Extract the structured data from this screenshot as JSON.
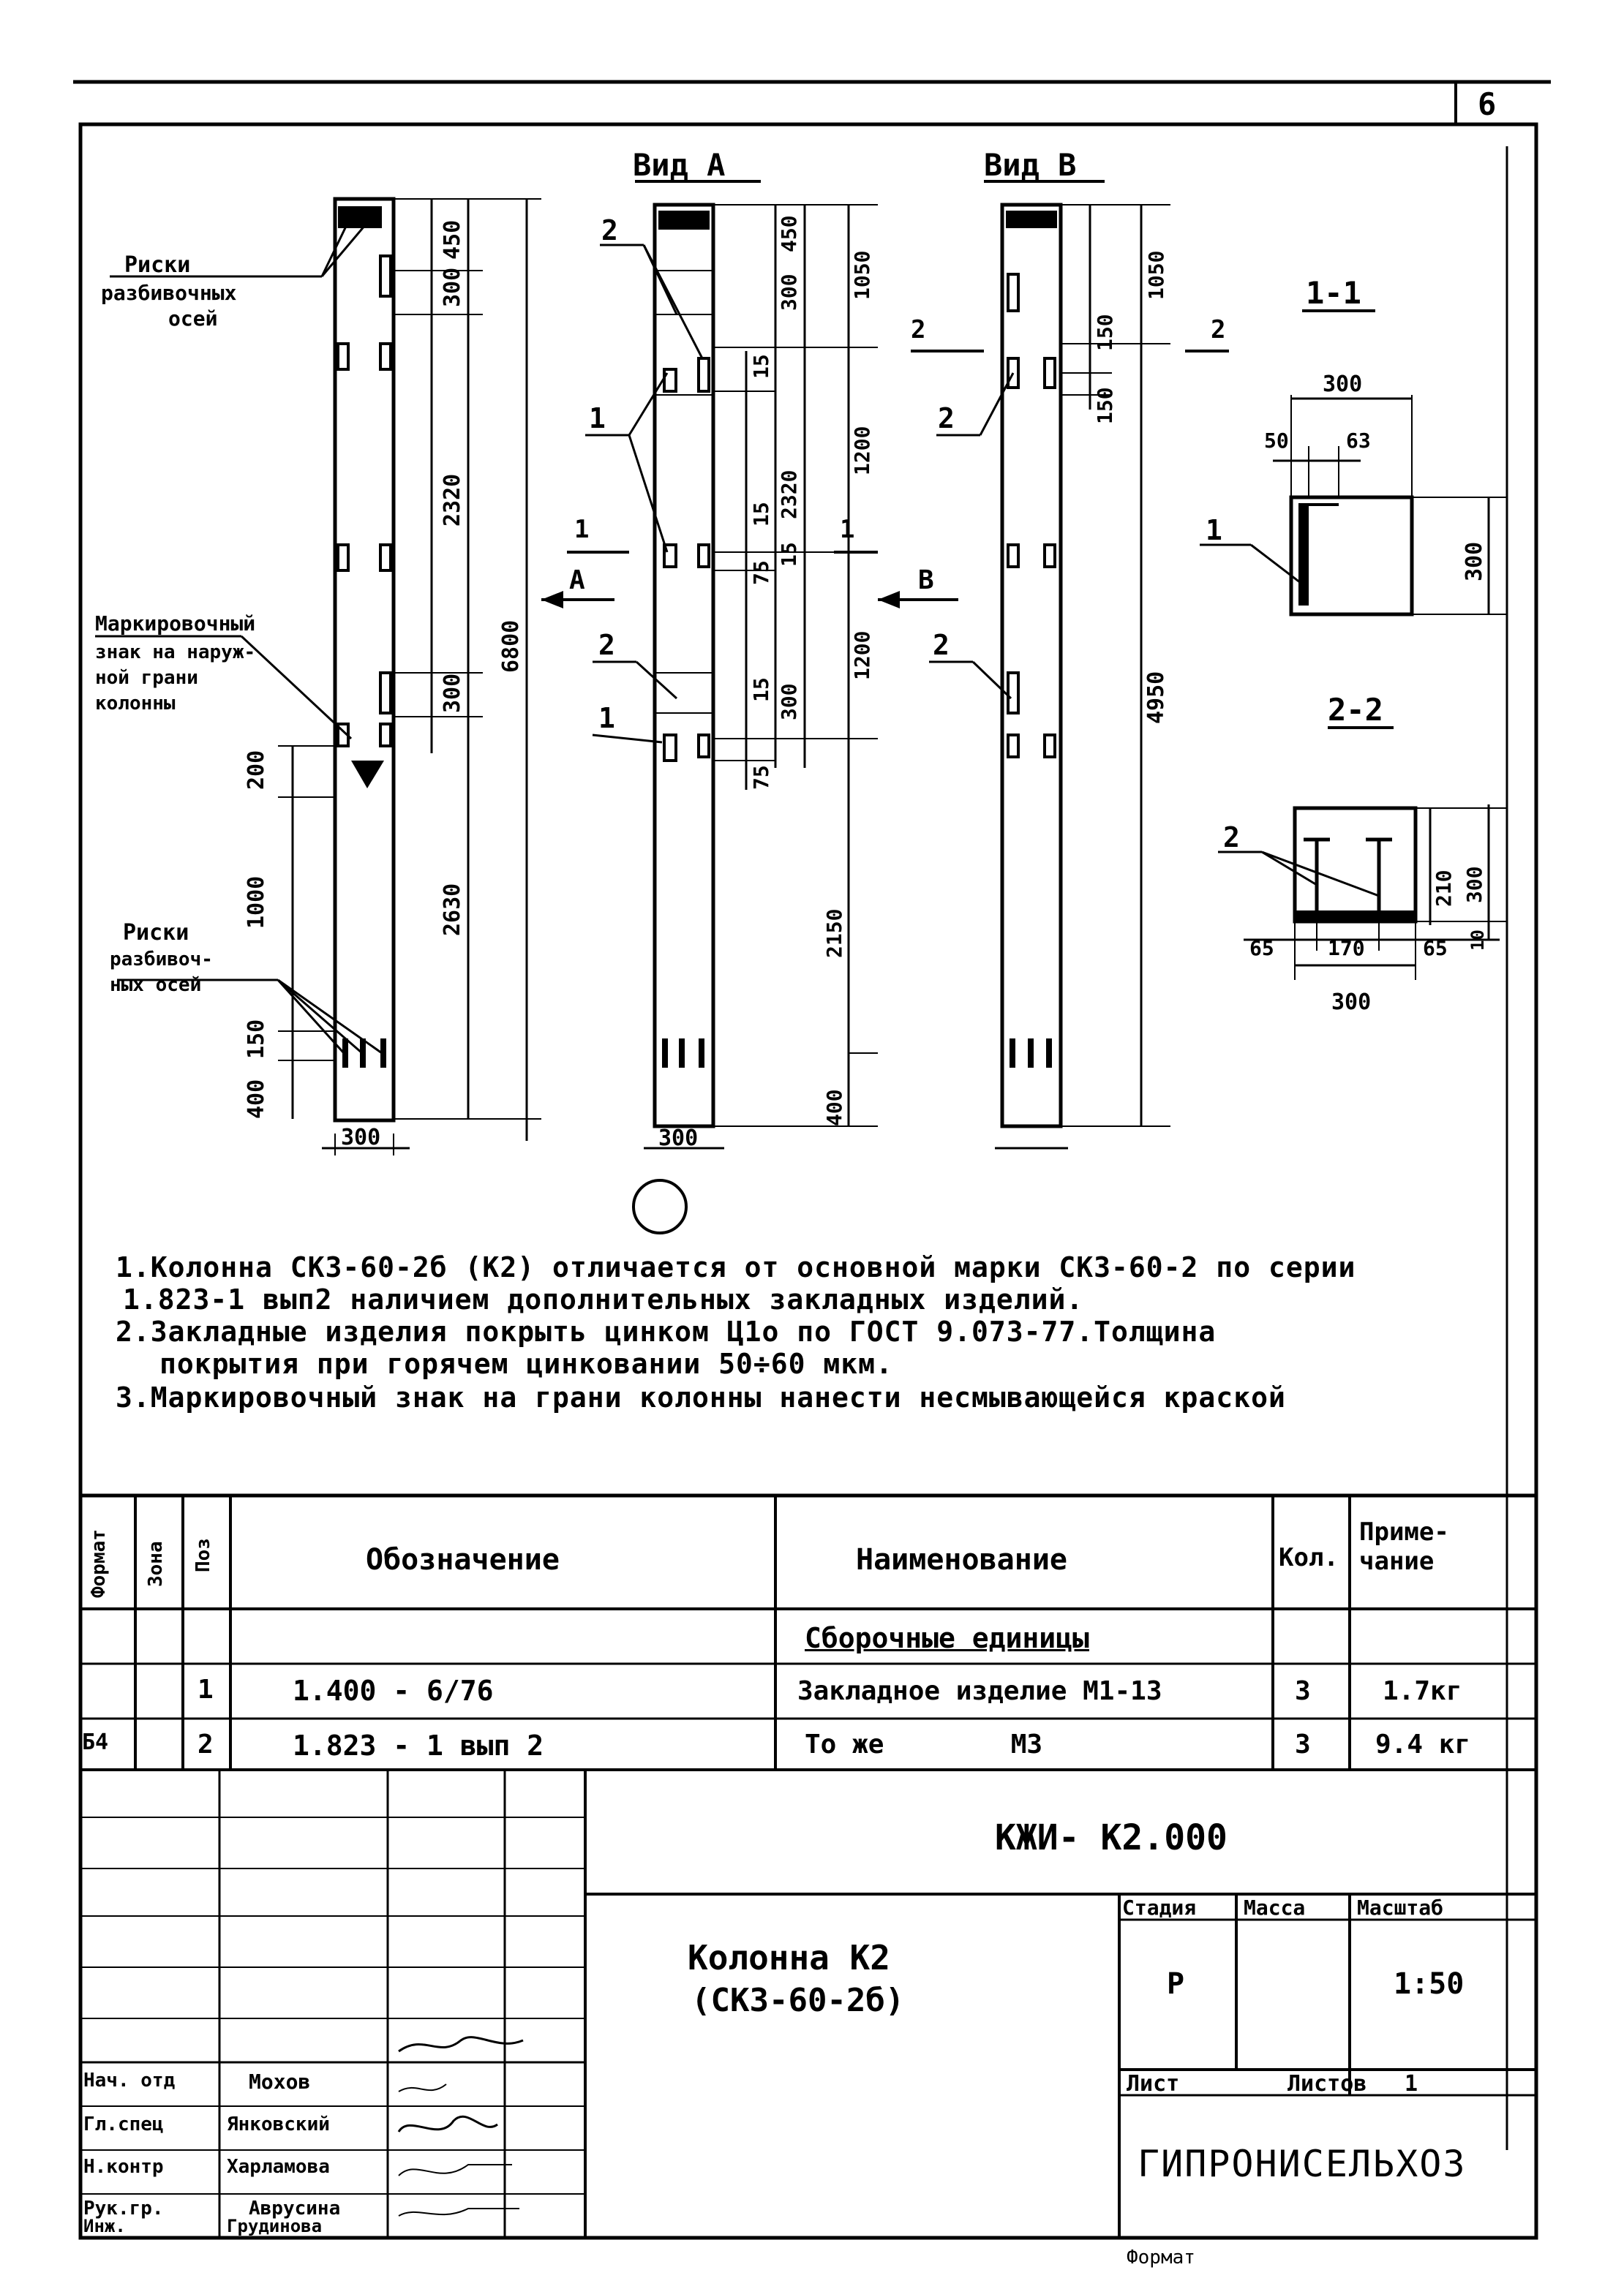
{
  "sheet_number": "6",
  "views": {
    "left": {
      "label_risks_top": [
        "Риски",
        "разбивочных",
        "осей"
      ],
      "label_marker": [
        "Маркировочный",
        "знак на наруж-",
        "ной грани",
        "колонны"
      ],
      "label_risks_bottom": [
        "Риски",
        "разбивоч-",
        "ных осей"
      ],
      "dims": [
        "450",
        "300",
        "2320",
        "6800",
        "300",
        "200",
        "1000",
        "2630",
        "150",
        "400",
        "300"
      ]
    },
    "view_a": {
      "title": "Вид А",
      "dims": [
        "450",
        "300",
        "1050",
        "15",
        "1200",
        "2320",
        "15",
        "15",
        "75",
        "1200",
        "15",
        "300",
        "75",
        "2150",
        "400",
        "300"
      ],
      "callouts": [
        "2",
        "1",
        "2",
        "1"
      ],
      "section_mark": "1",
      "view_arrow": "А"
    },
    "view_b": {
      "title": "Вид В",
      "dims": [
        "150",
        "1050",
        "150",
        "4950"
      ],
      "callouts": [
        "2",
        "2"
      ],
      "section_mark": "2",
      "view_arrow": "В"
    },
    "section_1": {
      "title": "1-1",
      "dims": [
        "300",
        "50",
        "63",
        "300"
      ],
      "callout": "1"
    },
    "section_2": {
      "title": "2-2",
      "dims": [
        "300",
        "210",
        "10",
        "65",
        "170",
        "65",
        "300"
      ],
      "callout": "2"
    }
  },
  "notes": [
    "1.Колонна СК3-60-2б (К2) отличается от основной марки СК3-60-2 по серии",
    "1.823-1 вып2 наличием дополнительных закладных изделий.",
    "2.Закладные изделия покрыть цинком Ц1о по ГОСТ 9.073-77.Толщина",
    "покрытия при горячем цинковании 50÷60 мкм.",
    "3.Маркировочный знак на грани колонны нанести несмывающейся краской"
  ],
  "spec_table": {
    "headers": {
      "format": "Формат",
      "zone": "Зона",
      "pos": "Поз",
      "designation": "Обозначение",
      "name": "Наименование",
      "qty": "Кол.",
      "note": "Приме- чание"
    },
    "section_title": "Сборочные единицы",
    "rows": [
      {
        "format": "",
        "zone": "",
        "pos": "1",
        "designation": "1.400 - 6/76",
        "name": "Закладное изделие М1-13",
        "qty": "3",
        "note": "1.7кг"
      },
      {
        "format": "Б4",
        "zone": "",
        "pos": "2",
        "designation": "1.823 - 1 вып 2",
        "name": "То же        М3",
        "qty": "3",
        "note": "9.4 кг"
      }
    ]
  },
  "title_block": {
    "code": "КЖИ- К2.000",
    "title_line1": "Колонна К2",
    "title_line2": "(СК3-60-2б)",
    "stage_label": "Стадия",
    "mass_label": "Масса",
    "scale_label": "Масштаб",
    "stage": "Р",
    "mass": "",
    "scale": "1:50",
    "sheet_label": "Лист",
    "sheets_label": "Листов",
    "sheets": "1",
    "organization": "ГИПРОНИСЕЛЬХОЗ",
    "signers": [
      {
        "role": "Нач. отд",
        "name": "Мохов"
      },
      {
        "role": "Гл.спец",
        "name": "Янковский"
      },
      {
        "role": "Н.контр",
        "name": "Харламова"
      },
      {
        "role": "Рук.гр.",
        "name": "Аврусина"
      },
      {
        "role": "Инж.",
        "name": "Грудинова"
      }
    ]
  },
  "format_footer": "Формат"
}
